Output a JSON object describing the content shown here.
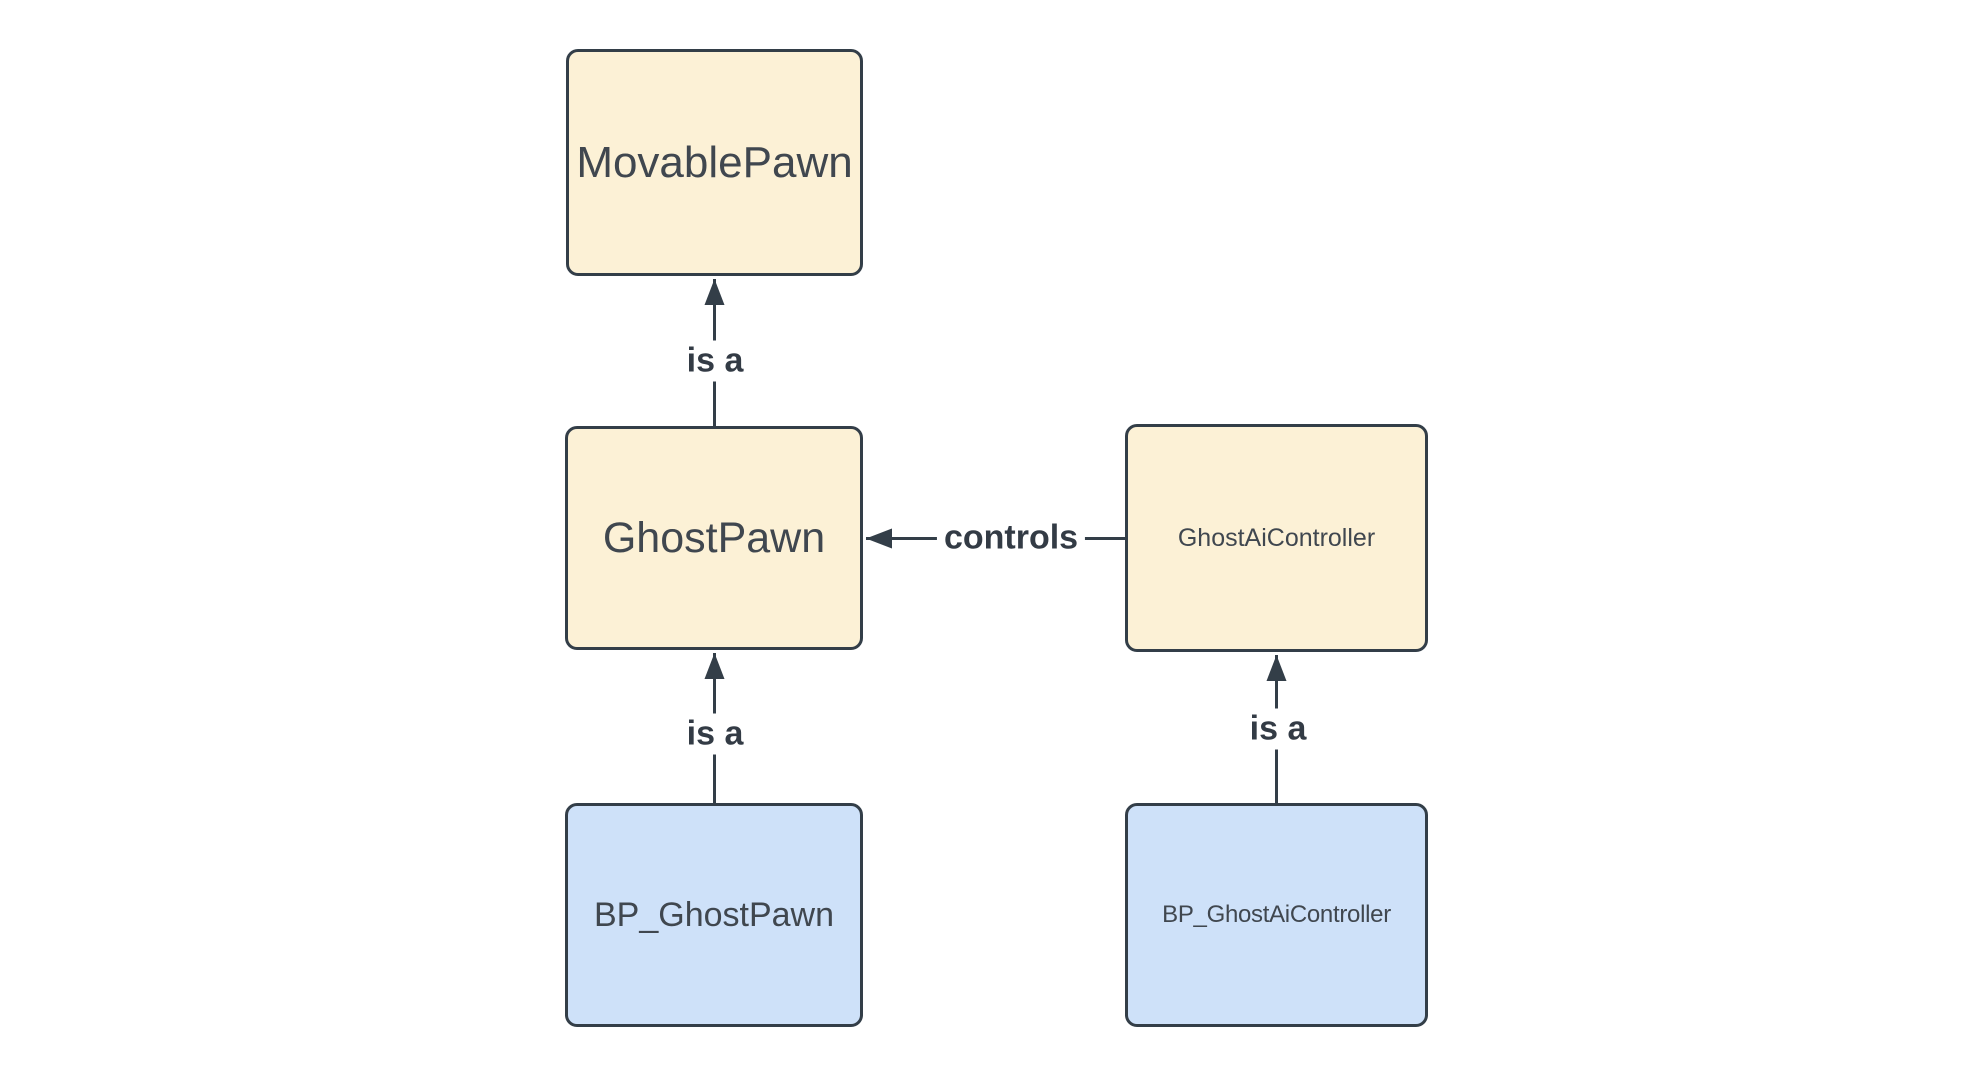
{
  "diagram": {
    "colors": {
      "class_fill": "#fcf1d6",
      "blueprint_fill": "#cee1f9",
      "stroke": "#333e48",
      "node_text": "#40474f",
      "label_text": "#333b45",
      "background": "#ffffff"
    },
    "nodes": [
      {
        "id": "movable-pawn",
        "label": "MovablePawn",
        "kind": "class"
      },
      {
        "id": "ghost-pawn",
        "label": "GhostPawn",
        "kind": "class"
      },
      {
        "id": "ghost-ai-controller",
        "label": "GhostAiController",
        "kind": "class"
      },
      {
        "id": "bp-ghost-pawn",
        "label": "BP_GhostPawn",
        "kind": "blueprint"
      },
      {
        "id": "bp-ghost-ai-controller",
        "label": "BP_GhostAiController",
        "kind": "blueprint"
      }
    ],
    "edges": [
      {
        "id": "ghost-pawn-isa-movable-pawn",
        "label": "is a",
        "from": "GhostPawn",
        "to": "MovablePawn"
      },
      {
        "id": "ghost-ai-controller-controls-ghost-pawn",
        "label": "controls",
        "from": "GhostAiController",
        "to": "GhostPawn"
      },
      {
        "id": "bp-ghost-pawn-isa-ghost-pawn",
        "label": "is a",
        "from": "BP_GhostPawn",
        "to": "GhostPawn"
      },
      {
        "id": "bp-ghost-ai-controller-isa-ghost-ai-controller",
        "label": "is a",
        "from": "BP_GhostAiController",
        "to": "GhostAiController"
      }
    ]
  }
}
